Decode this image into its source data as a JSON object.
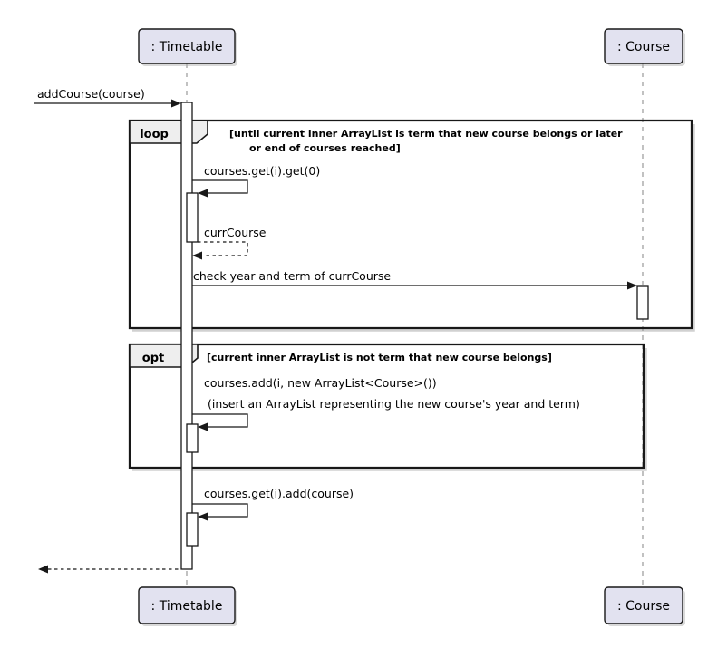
{
  "diagram": {
    "type": "uml-sequence-diagram",
    "participants": [
      {
        "id": "timetable",
        "label": ": Timetable"
      },
      {
        "id": "course",
        "label": ": Course"
      }
    ],
    "fragments": [
      {
        "type": "loop",
        "label": "loop",
        "guard_lines": [
          "[until current inner ArrayList is term that new course belongs or later",
          "or end of courses reached]"
        ]
      },
      {
        "type": "opt",
        "label": "opt",
        "guard_lines": [
          "[current inner ArrayList is not term that new course belongs]"
        ]
      }
    ],
    "messages": [
      {
        "label": "addCourse(course)",
        "kind": "incoming-sync"
      },
      {
        "label": "courses.get(i).get(0)",
        "kind": "self-call"
      },
      {
        "label": "currCourse",
        "kind": "self-return"
      },
      {
        "label": "check year and term of currCourse",
        "kind": "sync"
      },
      {
        "label": "courses.add(i, new ArrayList<Course>())",
        "note": "(insert an ArrayList representing the new course's year and term)",
        "kind": "self-call"
      },
      {
        "label": "courses.get(i).add(course)",
        "kind": "self-call"
      },
      {
        "label": "",
        "kind": "outgoing-return"
      }
    ],
    "colors": {
      "background": "#FFFFFF",
      "participant_fill": "#E2E2F0",
      "participant_border": "#181818",
      "fragment_border": "#181818",
      "fragment_header_fill": "#EEEEEE",
      "lifeline": "#A0A0A0",
      "arrow": "#181818",
      "activation_fill": "#FFFFFF",
      "text": "#000000"
    }
  }
}
